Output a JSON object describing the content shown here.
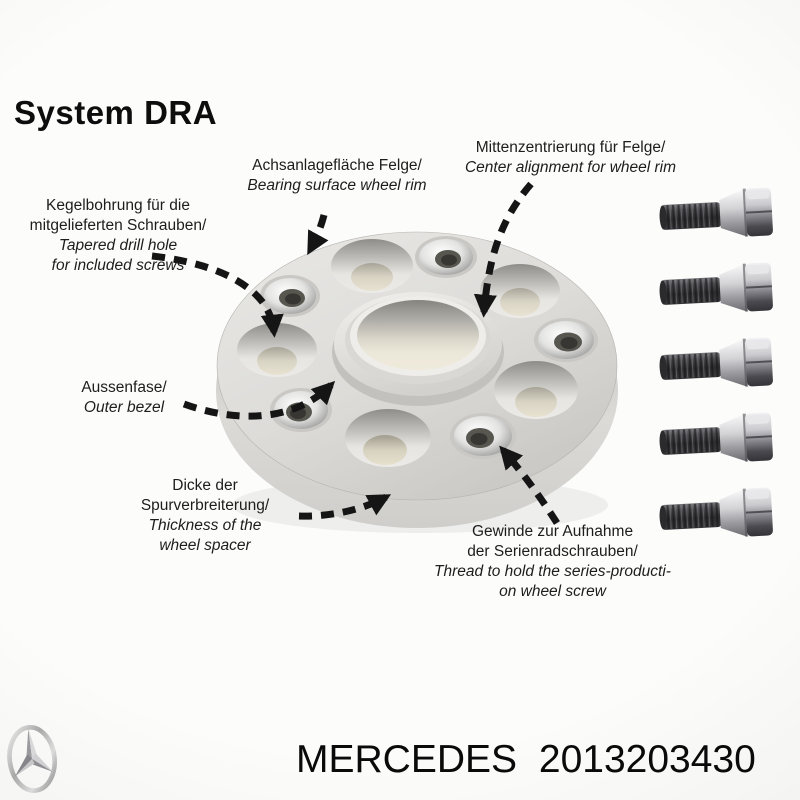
{
  "title": "System DRA",
  "annotations": {
    "kegelbohrung": {
      "de": [
        "Kegelbohrung für die",
        "mitgelieferten Schrauben/"
      ],
      "en": [
        "Tapered drill hole",
        "for included screws"
      ]
    },
    "achsanlageflaeche": {
      "de": [
        "Achsanlagefläche Felge/"
      ],
      "en": [
        "Bearing surface wheel rim"
      ]
    },
    "mittenzentrierung": {
      "de": [
        "Mittenzentrierung für Felge/"
      ],
      "en": [
        "Center alignment for wheel rim"
      ]
    },
    "aussenfase": {
      "de": [
        "Aussenfase/"
      ],
      "en": [
        "Outer bezel"
      ]
    },
    "dicke": {
      "de": [
        "Dicke der",
        "Spurverbreiterung/"
      ],
      "en": [
        "Thickness of the",
        "wheel spacer"
      ]
    },
    "gewinde": {
      "de": [
        "Gewinde zur Aufnahme",
        "der Serienradschrauben/"
      ],
      "en": [
        "Thread to hold the series-producti-",
        "on wheel screw"
      ]
    }
  },
  "footer": {
    "brand": "MERCEDES",
    "part_number": "2013203430"
  },
  "illustration": {
    "subject": "wheel-spacer-with-bolts",
    "bolt_count": 5,
    "colors": {
      "background": "#f6f6f4",
      "spacer_metal_light": "#e6e5e2",
      "spacer_metal_dark": "#cecdc9",
      "bore_floor": "#ece8d9",
      "bolt_shaft": "#2c2c2f",
      "bolt_head_silver": "#d3d3d6",
      "arrow": "#151515",
      "text": "#1c1c1c"
    }
  }
}
